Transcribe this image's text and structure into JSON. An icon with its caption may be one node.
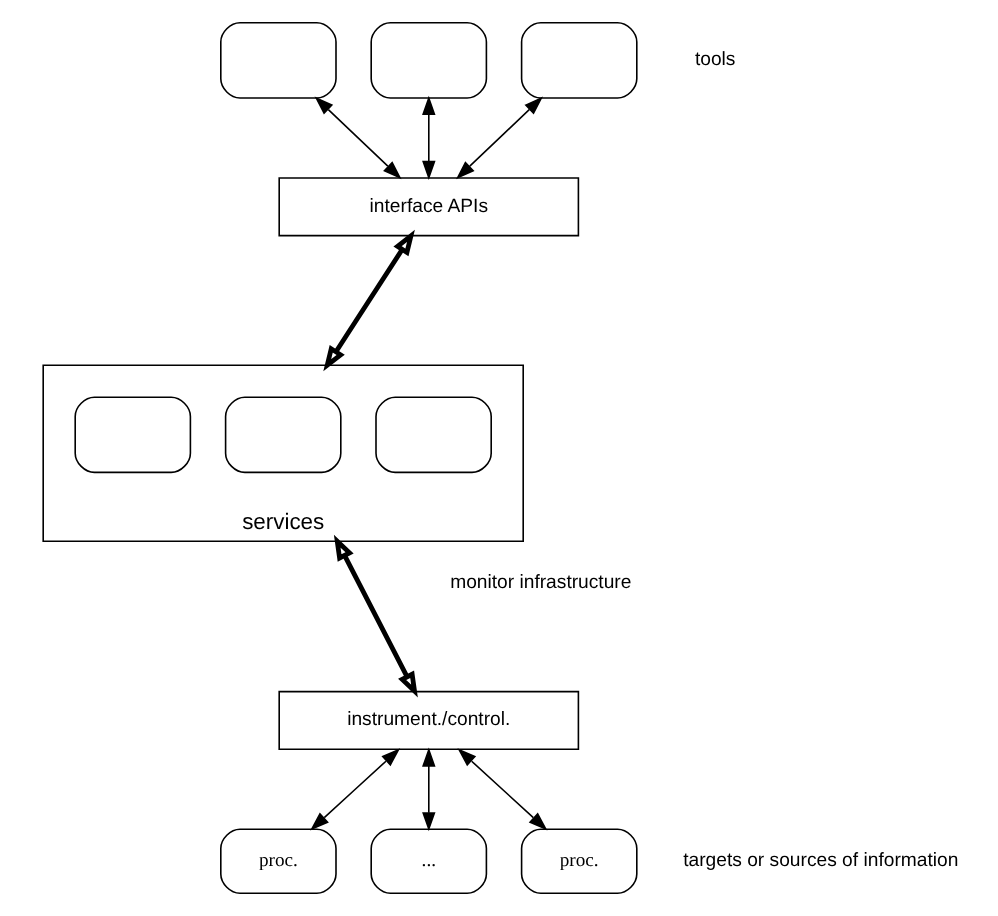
{
  "diagram": {
    "nodes": [
      {
        "text": [],
        "shape": "box"
      },
      {
        "text": [],
        "shape": "box"
      },
      {
        "text": [],
        "shape": "box"
      },
      {
        "text": [
          "interface APIs"
        ]
      },
      {
        "text": [
          "services"
        ]
      },
      {
        "text": [],
        "shape": "box",
        "in": 4
      },
      {
        "text": [],
        "shape": "box",
        "in": 4
      },
      {
        "text": [],
        "shape": "box",
        "in": 4
      },
      {
        "text": [
          "instrument./control."
        ]
      },
      {
        "text": [
          "proc."
        ]
      },
      {
        "text": [
          "..."
        ]
      },
      {
        "text": [
          "proc."
        ]
      }
    ],
    "edges": [
      {
        "from": 0,
        "to": 3,
        "arrow": "both"
      },
      {
        "from": 1,
        "to": 3,
        "arrow": "both"
      },
      {
        "from": 2,
        "to": 3,
        "arrow": "both"
      },
      {
        "from": 3,
        "to": 4,
        "arrow": "both",
        "style": "thick"
      },
      {
        "from": 4,
        "to": 8,
        "arrow": "both",
        "style": "thick"
      },
      {
        "from": 8,
        "to": 9,
        "arrow": "both"
      },
      {
        "from": 8,
        "to": 10,
        "arrow": "both"
      },
      {
        "from": 8,
        "to": 11,
        "arrow": "both"
      }
    ],
    "labels": [
      "tools",
      "monitor infrastructure",
      "targets or sources of information"
    ]
  }
}
